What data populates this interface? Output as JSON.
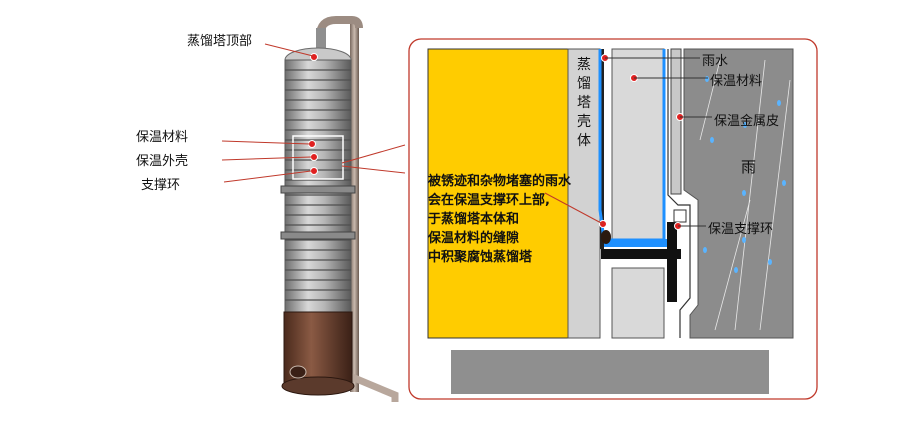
{
  "labels": {
    "tower_top": "蒸馏塔顶部",
    "insulation_material": "保温材料",
    "insulation_shell": "保温外壳",
    "support_ring": "支撑环",
    "rain_water": "雨水",
    "detail_insulation_material": "保温材料",
    "metal_jacket": "保温金属皮",
    "rain": "雨",
    "detail_support_ring": "保温支撑环",
    "tower_shell_vertical": "蒸馏塔壳体",
    "note_lines": [
      "被锈迹和杂物堵塞的雨水",
      "会在保温支撑环上部,",
      "于蒸馏塔本体和",
      "保温材料的缝隙",
      "中积聚腐蚀蒸馏塔"
    ]
  },
  "colors": {
    "tower_body": "#ffcc00",
    "water": "#1e90ff",
    "steel": "#111111",
    "jacket": "#c8c8c8",
    "insulation": "#d9d9d9",
    "wall": "#8c8c8c",
    "frame": "#c0392b"
  }
}
